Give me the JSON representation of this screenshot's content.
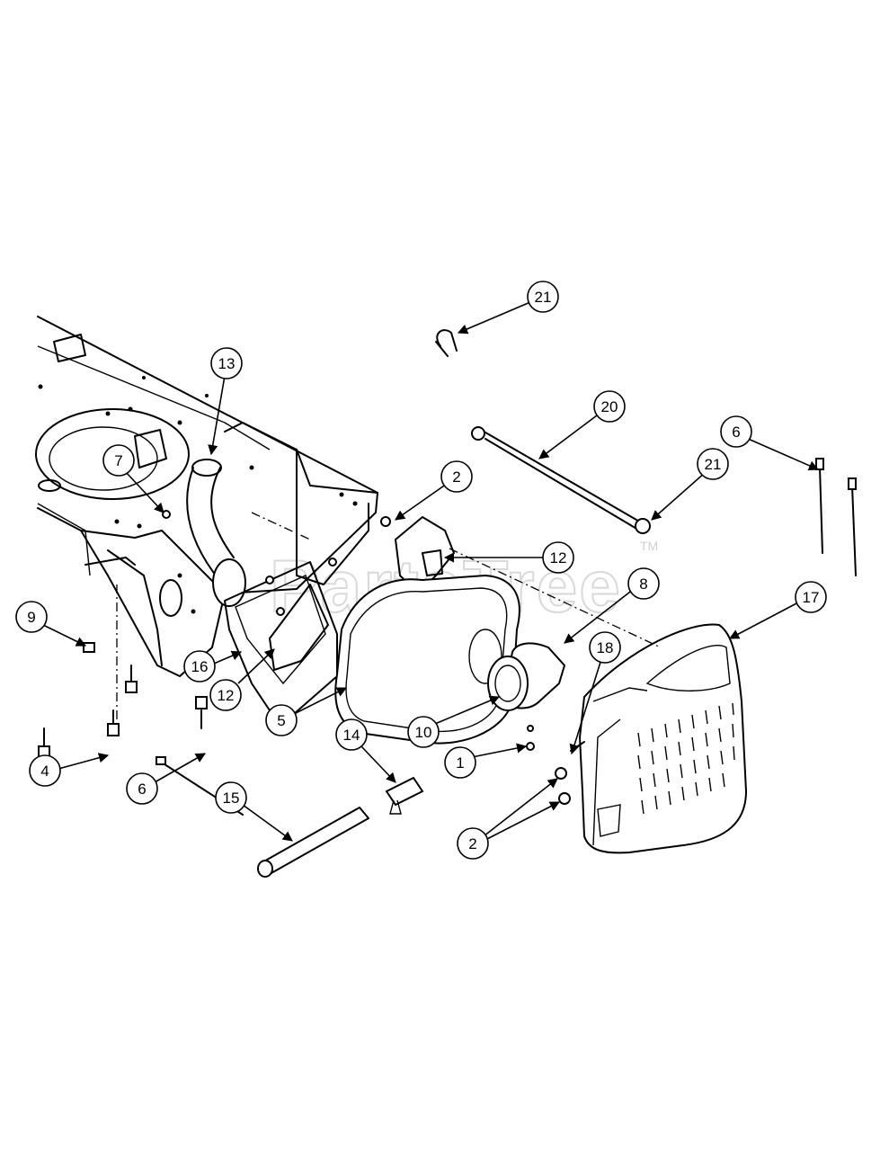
{
  "watermark": {
    "text": "PartsTree",
    "trademark": "TM"
  },
  "callouts": [
    {
      "id": "c-21a",
      "label": "21"
    },
    {
      "id": "c-13",
      "label": "13"
    },
    {
      "id": "c-20",
      "label": "20"
    },
    {
      "id": "c-6a",
      "label": "6"
    },
    {
      "id": "c-7",
      "label": "7"
    },
    {
      "id": "c-2a",
      "label": "2"
    },
    {
      "id": "c-21b",
      "label": "21"
    },
    {
      "id": "c-12a",
      "label": "12"
    },
    {
      "id": "c-8",
      "label": "8"
    },
    {
      "id": "c-17",
      "label": "17"
    },
    {
      "id": "c-9",
      "label": "9"
    },
    {
      "id": "c-18",
      "label": "18"
    },
    {
      "id": "c-16",
      "label": "16"
    },
    {
      "id": "c-12b",
      "label": "12"
    },
    {
      "id": "c-5",
      "label": "5"
    },
    {
      "id": "c-10",
      "label": "10"
    },
    {
      "id": "c-14",
      "label": "14"
    },
    {
      "id": "c-1",
      "label": "1"
    },
    {
      "id": "c-4",
      "label": "4"
    },
    {
      "id": "c-6b",
      "label": "6"
    },
    {
      "id": "c-15",
      "label": "15"
    },
    {
      "id": "c-2b",
      "label": "2"
    }
  ]
}
